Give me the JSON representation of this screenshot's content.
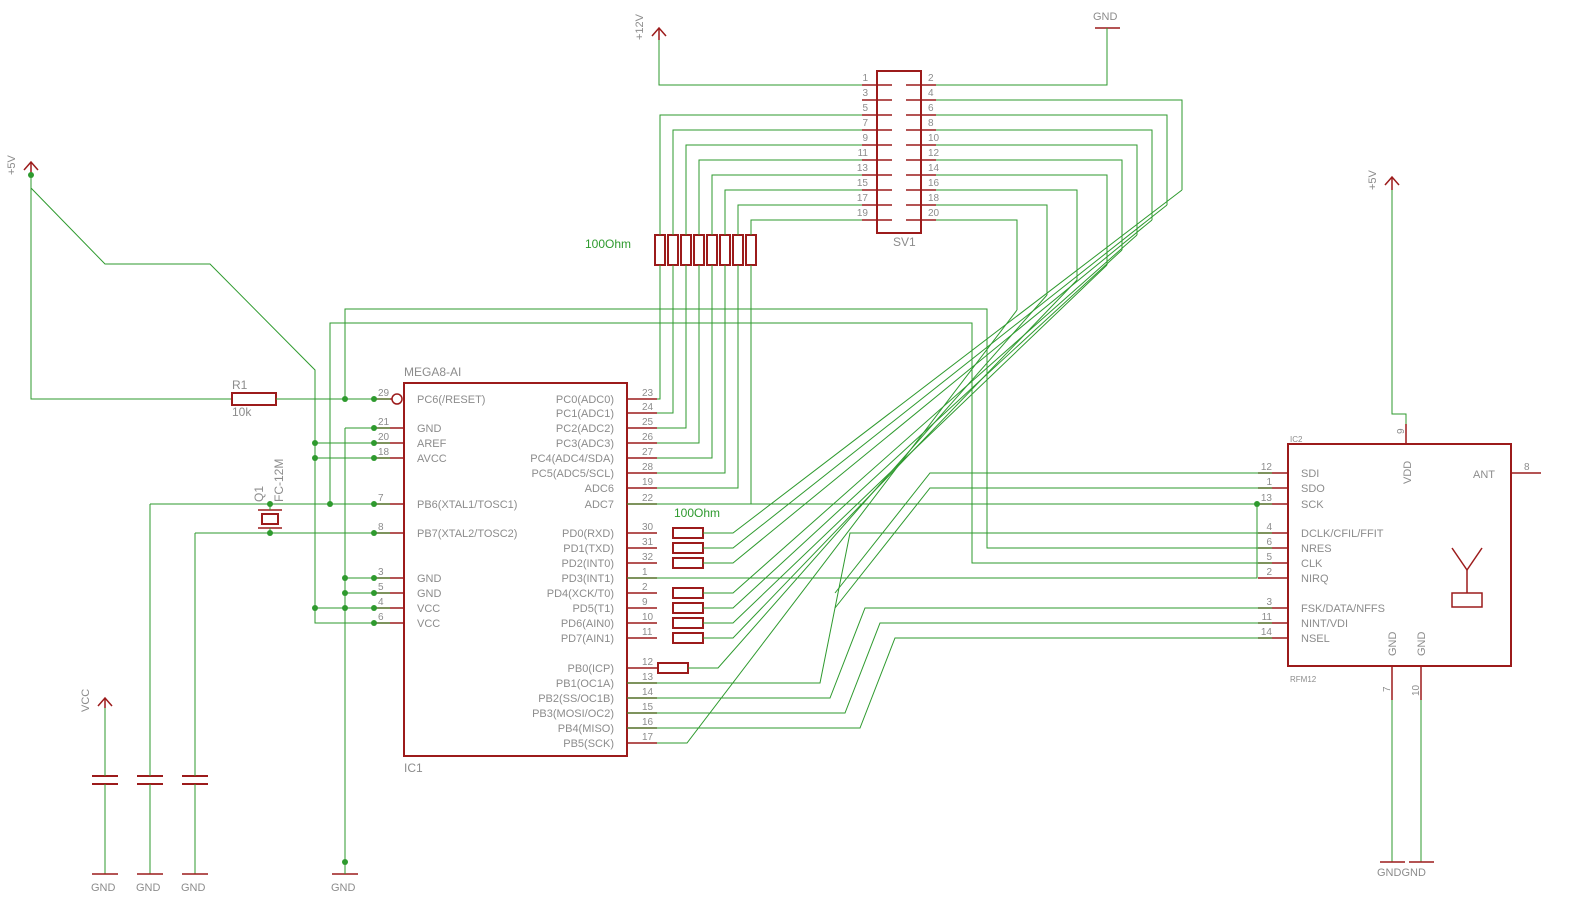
{
  "supplies": {
    "p12v": "+12V",
    "p5v_left": "+5V",
    "p5v_right": "+5V",
    "vcc": "VCC",
    "gnd": "GND",
    "gndgnd": "GNDGND"
  },
  "connector": {
    "name": "SV1",
    "pins": [
      "1",
      "2",
      "3",
      "4",
      "5",
      "6",
      "7",
      "8",
      "9",
      "10",
      "11",
      "12",
      "13",
      "14",
      "15",
      "16",
      "17",
      "18",
      "19",
      "20"
    ]
  },
  "resistor_array_top": {
    "value": "100Ohm"
  },
  "resistor_array_mid": {
    "value": "100Ohm"
  },
  "r1": {
    "name": "R1",
    "value": "10k"
  },
  "q1": {
    "name": "Q1",
    "value": "FC-12M"
  },
  "ic1": {
    "value": "MEGA8-AI",
    "name": "IC1",
    "left_pins": [
      {
        "num": "29",
        "label": "PC6(/RESET)"
      },
      {
        "num": "21",
        "label": "GND"
      },
      {
        "num": "20",
        "label": "AREF"
      },
      {
        "num": "18",
        "label": "AVCC"
      },
      {
        "num": "7",
        "label": "PB6(XTAL1/TOSC1)"
      },
      {
        "num": "8",
        "label": "PB7(XTAL2/TOSC2)"
      },
      {
        "num": "3",
        "label": "GND"
      },
      {
        "num": "5",
        "label": "GND"
      },
      {
        "num": "4",
        "label": "VCC"
      },
      {
        "num": "6",
        "label": "VCC"
      }
    ],
    "right_pins": [
      {
        "num": "23",
        "label": "PC0(ADC0)"
      },
      {
        "num": "24",
        "label": "PC1(ADC1)"
      },
      {
        "num": "25",
        "label": "PC2(ADC2)"
      },
      {
        "num": "26",
        "label": "PC3(ADC3)"
      },
      {
        "num": "27",
        "label": "PC4(ADC4/SDA)"
      },
      {
        "num": "28",
        "label": "PC5(ADC5/SCL)"
      },
      {
        "num": "19",
        "label": "ADC6"
      },
      {
        "num": "22",
        "label": "ADC7"
      },
      {
        "num": "30",
        "label": "PD0(RXD)"
      },
      {
        "num": "31",
        "label": "PD1(TXD)"
      },
      {
        "num": "32",
        "label": "PD2(INT0)"
      },
      {
        "num": "1",
        "label": "PD3(INT1)"
      },
      {
        "num": "2",
        "label": "PD4(XCK/T0)"
      },
      {
        "num": "9",
        "label": "PD5(T1)"
      },
      {
        "num": "10",
        "label": "PD6(AIN0)"
      },
      {
        "num": "11",
        "label": "PD7(AIN1)"
      },
      {
        "num": "12",
        "label": "PB0(ICP)"
      },
      {
        "num": "13",
        "label": "PB1(OC1A)"
      },
      {
        "num": "14",
        "label": "PB2(SS/OC1B)"
      },
      {
        "num": "15",
        "label": "PB3(MOSI/OC2)"
      },
      {
        "num": "16",
        "label": "PB4(MISO)"
      },
      {
        "num": "17",
        "label": "PB5(SCK)"
      }
    ]
  },
  "ic2": {
    "name": "IC2",
    "value": "RFM12",
    "left_pins": [
      {
        "num": "12",
        "label": "SDI"
      },
      {
        "num": "1",
        "label": "SDO"
      },
      {
        "num": "13",
        "label": "SCK"
      },
      {
        "num": "4",
        "label": "DCLK/CFIL/FFIT"
      },
      {
        "num": "6",
        "label": "NRES"
      },
      {
        "num": "5",
        "label": "CLK"
      },
      {
        "num": "2",
        "label": "NIRQ"
      },
      {
        "num": "3",
        "label": "FSK/DATA/NFFS"
      },
      {
        "num": "11",
        "label": "NINT/VDI"
      },
      {
        "num": "14",
        "label": "NSEL"
      }
    ],
    "vdd": {
      "num": "9",
      "label": "VDD"
    },
    "ant": {
      "num": "8",
      "label": "ANT"
    },
    "gnd1": {
      "num": "7",
      "label": "GND"
    },
    "gnd2": {
      "num": "10",
      "label": "GND"
    }
  },
  "colors": {
    "wire": "#2e9a2e",
    "part": "#9c1b1b",
    "text": "#8c8c8c"
  }
}
